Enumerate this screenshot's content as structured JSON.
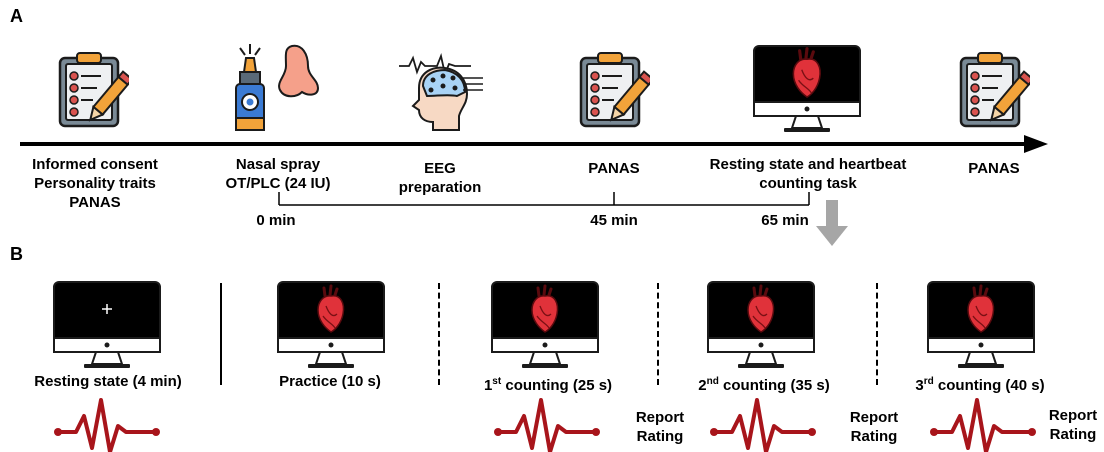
{
  "panel_a": {
    "letter": "A",
    "steps": [
      {
        "line1": "Informed consent",
        "line2": "Personality traits",
        "line3": "PANAS"
      },
      {
        "line1": "Nasal spray",
        "line2": "OT/PLC (24 IU)"
      },
      {
        "line1": "EEG",
        "line2": "preparation"
      },
      {
        "line1": "PANAS"
      },
      {
        "line1": "Resting state and heartbeat",
        "line2": "counting task"
      },
      {
        "line1": "PANAS"
      }
    ],
    "times": [
      "0 min",
      "45 min",
      "65 min"
    ]
  },
  "panel_b": {
    "letter": "B",
    "screens": [
      {
        "label": "Resting state (4 min)",
        "content": "fixation-cross"
      },
      {
        "label": "Practice (10 s)",
        "content": "heart"
      },
      {
        "label_num": "1",
        "label_sup": "st",
        "label_rest": " counting (25 s)",
        "content": "heart"
      },
      {
        "label_num": "2",
        "label_sup": "nd",
        "label_rest": " counting (35 s)",
        "content": "heart"
      },
      {
        "label_num": "3",
        "label_sup": "rd",
        "label_rest": " counting (40 s)",
        "content": "heart"
      }
    ],
    "report": {
      "line1": "Report",
      "line2": "Rating"
    }
  },
  "colors": {
    "heartbeat": "#a8151b",
    "heart": "#e0323a",
    "arrow": "#a6a6a6",
    "clipboard": "#d9d9d9",
    "pencil": "#f2a33a"
  }
}
